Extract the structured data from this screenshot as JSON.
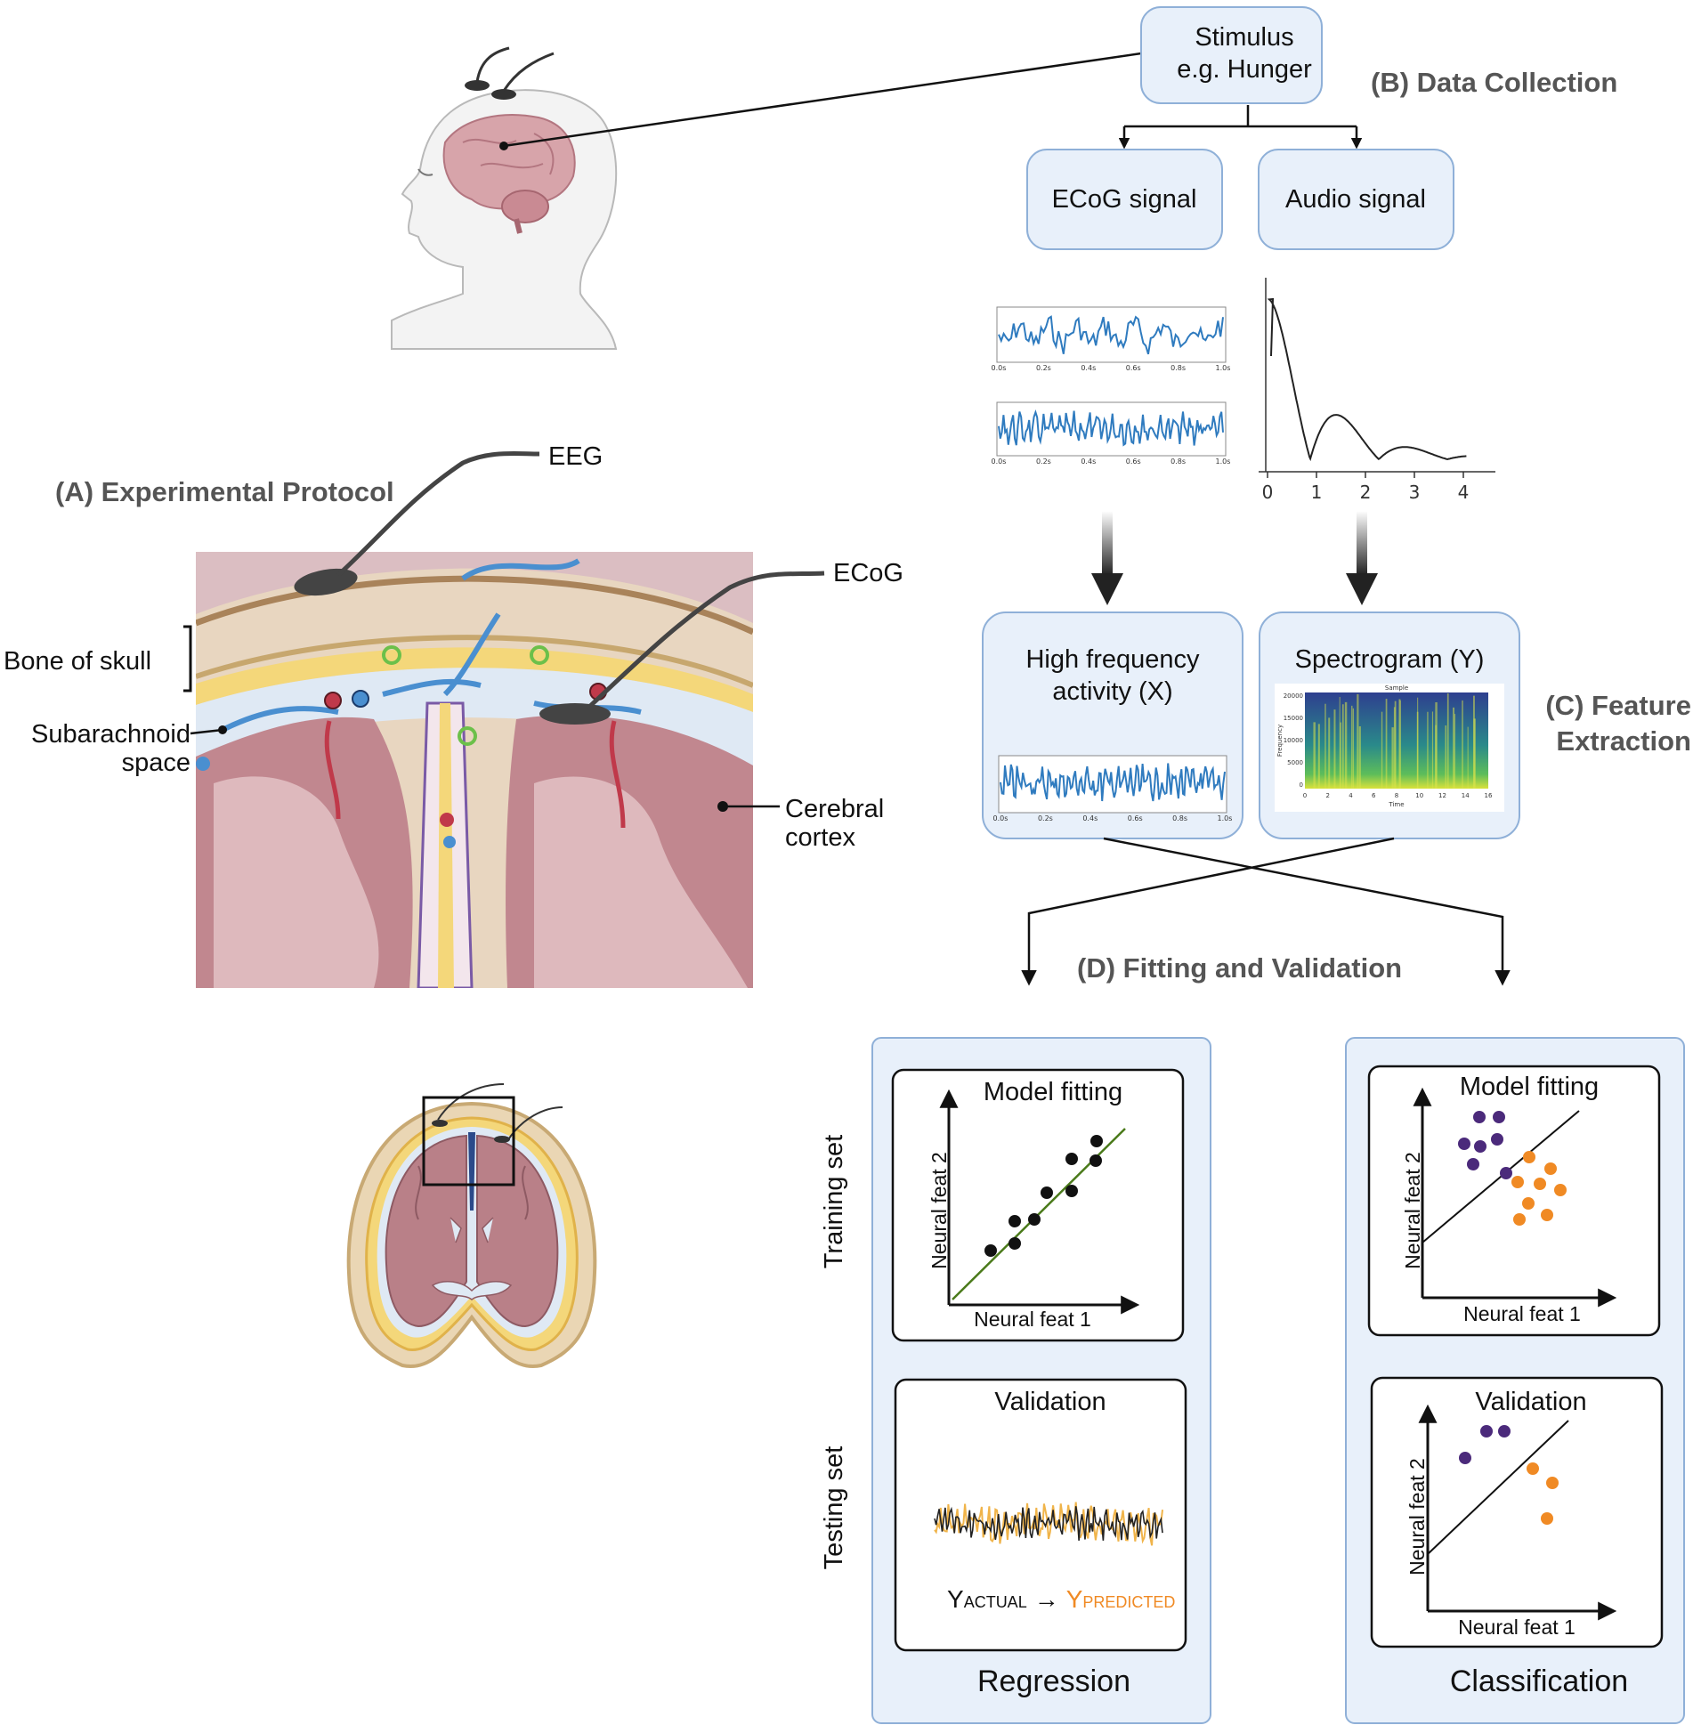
{
  "sections": {
    "a": "(A) Experimental Protocol",
    "b": "(B) Data Collection",
    "c_line1": "(C) Feature",
    "c_line2": "Extraction",
    "d": "(D) Fitting and Validation"
  },
  "anatomy": {
    "eeg": "EEG",
    "ecog": "ECoG",
    "bone_of_skull": "Bone of skull",
    "subarachnoid_line1": "Subarachnoid",
    "subarachnoid_line2": "space",
    "cortex_line1": "Cerebral",
    "cortex_line2": "cortex"
  },
  "flow": {
    "stimulus_line1": "Stimulus",
    "stimulus_line2": "e.g. Hunger",
    "ecog_signal": "ECoG signal",
    "audio_signal": "Audio signal",
    "hfa_line1": "High frequency",
    "hfa_line2": "activity (X)",
    "spectrogram": "Spectrogram (Y)"
  },
  "ecog_plot": {
    "ticks": [
      "0.0s",
      "0.2s",
      "0.4s",
      "0.6s",
      "0.8s",
      "1.0s"
    ]
  },
  "audio_plot": {
    "ticks": [
      "0",
      "1",
      "2",
      "3",
      "4"
    ]
  },
  "spectrogram_plot": {
    "title": "Sample",
    "xlabel": "Time",
    "ylabel": "Frequency",
    "yticks": [
      "20000",
      "15000",
      "10000",
      "5000",
      "0"
    ],
    "xticks": [
      "0",
      "2",
      "4",
      "6",
      "8",
      "10",
      "12",
      "14",
      "16"
    ]
  },
  "panels": {
    "training_set": "Training set",
    "testing_set": "Testing set",
    "model_fitting": "Model fitting",
    "validation": "Validation",
    "neural_feat_1": "Neural feat 1",
    "neural_feat_2": "Neural feat 2",
    "y_actual_main": "Y",
    "y_actual_sub": "ACTUAL",
    "arrow": "→",
    "y_pred_main": "Y",
    "y_pred_sub": "PREDICTED",
    "regression": "Regression",
    "classification": "Classification"
  },
  "colors": {
    "box_fill": "#e8f0fa",
    "box_stroke": "#8fb0d8",
    "signal": "#2f7bbf",
    "purple": "#4b2a7b",
    "orange": "#f08a24",
    "fit_line": "#4a7a1a",
    "section_gray": "#555555"
  }
}
